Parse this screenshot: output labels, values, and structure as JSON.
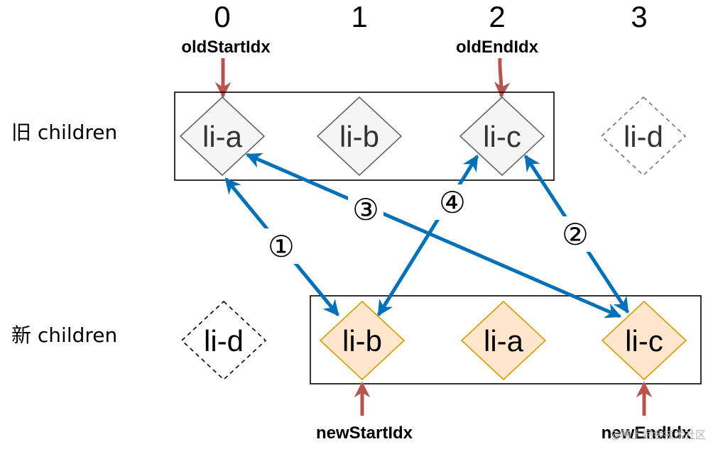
{
  "indices": [
    "0",
    "1",
    "2",
    "3"
  ],
  "pointers": {
    "old_start": "oldStartIdx",
    "old_end": "oldEndIdx",
    "new_start": "newStartIdx",
    "new_end": "newEndIdx"
  },
  "rows": {
    "old_label": "旧 children",
    "new_label": "新 children"
  },
  "old_nodes": [
    "li-a",
    "li-b",
    "li-c",
    "li-d"
  ],
  "new_nodes": [
    "li-d",
    "li-b",
    "li-a",
    "li-c"
  ],
  "steps": [
    "①",
    "②",
    "③",
    "④"
  ],
  "watermark": "@稀土掘金技术社区",
  "colors": {
    "arrow": "#0070b8",
    "pointer_arrow": "#b85450",
    "old_fill": "#f5f5f5",
    "old_stroke": "#666666",
    "new_fill": "#ffe6cc",
    "new_stroke": "#d79b00"
  }
}
